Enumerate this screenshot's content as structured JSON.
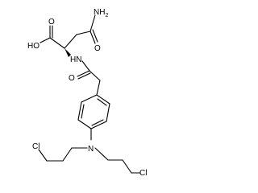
{
  "atom_labels": {
    "amide_nh2": "NH",
    "amide_nh2_sub": "2",
    "acid_oh": "HO",
    "acid_o": "O",
    "amide_o": "O",
    "amide_nh": "HN",
    "acetyl_o": "O",
    "amine_n": "N",
    "chloro_left": "Cl",
    "chloro_right": "Cl"
  },
  "colors": {
    "ink": "#000000",
    "background": "#ffffff"
  }
}
